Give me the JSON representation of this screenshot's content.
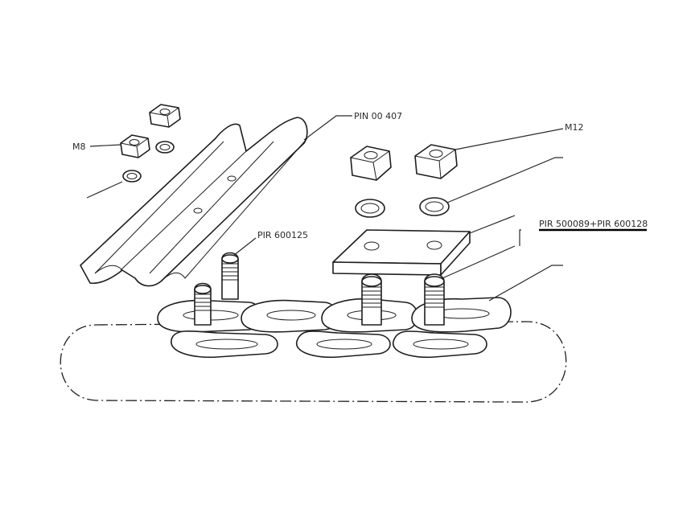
{
  "labels": {
    "m8": "M8",
    "pin_00407": "PIN 00 407",
    "m12": "M12",
    "pir_600125": "PIR 600125",
    "pir_500089_600128": "PIR 500089+PIR 600128"
  },
  "colors": {
    "line": "#1e1e1e",
    "background": "#ffffff"
  }
}
